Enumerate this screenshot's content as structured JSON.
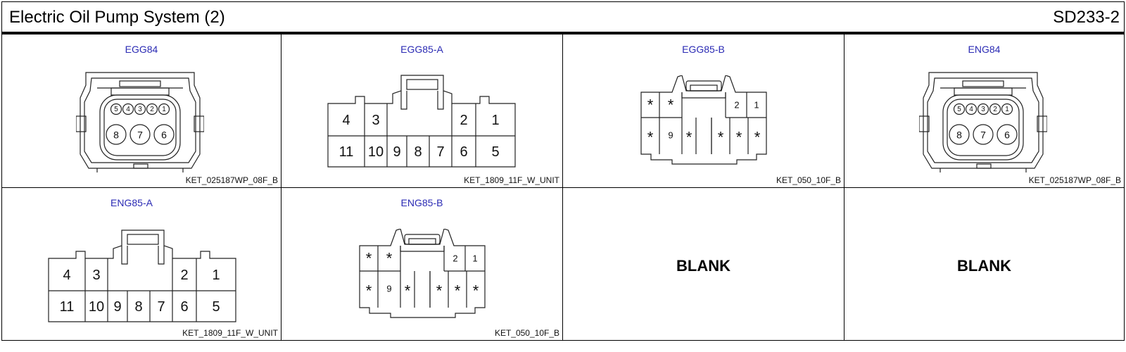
{
  "header": {
    "title": "Electric Oil Pump System (2)",
    "code": "SD233-2"
  },
  "connectors": [
    {
      "name": "EGG84",
      "part": "KET_025187WP_08F_B",
      "type": "round8",
      "pins_top": [
        "5",
        "4",
        "3",
        "2",
        "1"
      ],
      "pins_bottom": [
        "8",
        "7",
        "6"
      ]
    },
    {
      "name": "EGG85-A",
      "part": "KET_1809_11F_W_UNIT",
      "type": "rect11",
      "pins_top": [
        "4",
        "3",
        "2",
        "1"
      ],
      "pins_bottom": [
        "11",
        "10",
        "9",
        "8",
        "7",
        "6",
        "5"
      ]
    },
    {
      "name": "EGG85-B",
      "part": "KET_050_10F_B",
      "type": "rect10",
      "pins_top": [
        "*",
        "*",
        "2",
        "1"
      ],
      "pins_bottom": [
        "*",
        "9",
        "*",
        "*",
        "*",
        "*"
      ]
    },
    {
      "name": "ENG84",
      "part": "KET_025187WP_08F_B",
      "type": "round8",
      "pins_top": [
        "5",
        "4",
        "3",
        "2",
        "1"
      ],
      "pins_bottom": [
        "8",
        "7",
        "6"
      ]
    },
    {
      "name": "ENG85-A",
      "part": "KET_1809_11F_W_UNIT",
      "type": "rect11",
      "pins_top": [
        "4",
        "3",
        "2",
        "1"
      ],
      "pins_bottom": [
        "11",
        "10",
        "9",
        "8",
        "7",
        "6",
        "5"
      ]
    },
    {
      "name": "ENG85-B",
      "part": "KET_050_10F_B",
      "type": "rect10",
      "pins_top": [
        "*",
        "*",
        "2",
        "1"
      ],
      "pins_bottom": [
        "*",
        "9",
        "*",
        "*",
        "*",
        "*"
      ]
    }
  ],
  "blank_cells": [
    "BLANK",
    "BLANK"
  ]
}
